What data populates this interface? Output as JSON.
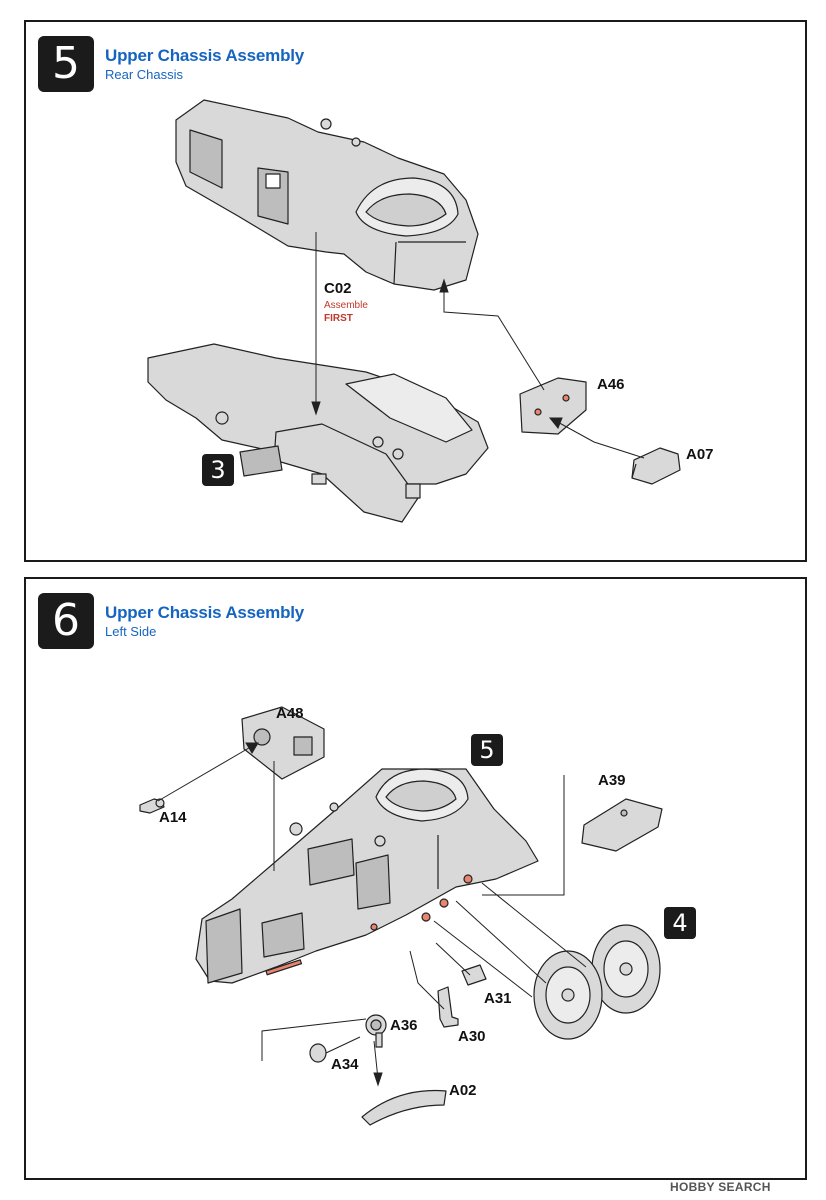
{
  "steps": [
    {
      "number": "5",
      "title": "Upper Chassis Assembly",
      "subtitle": "Rear Chassis",
      "parts": {
        "c02": "C02",
        "a46": "A46",
        "a07": "A07"
      },
      "note": {
        "line1": "Assemble",
        "line2": "FIRST"
      },
      "ref_step": "3"
    },
    {
      "number": "6",
      "title": "Upper Chassis Assembly",
      "subtitle": "Left Side",
      "parts": {
        "a48": "A48",
        "a14": "A14",
        "a39": "A39",
        "a31": "A31",
        "a30": "A30",
        "a36": "A36",
        "a34": "A34",
        "a02": "A02"
      },
      "ref_steps": {
        "top": "5",
        "wheels": "4"
      }
    }
  ],
  "watermark": "HOBBY SEARCH",
  "colors": {
    "accent": "#1565c0",
    "note_red": "#c0392b",
    "part_grey": "#d9d9d9",
    "highlight": "#e8846f"
  }
}
